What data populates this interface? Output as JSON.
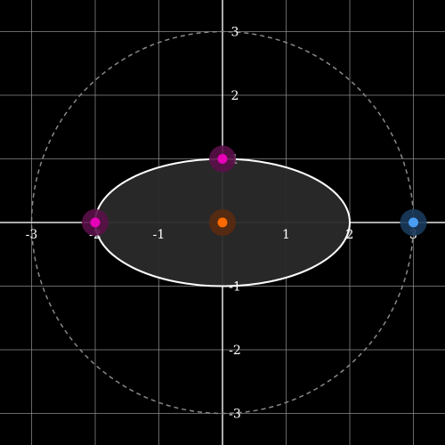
{
  "canvas": {
    "background": "#000000",
    "grid_color": "#8a8a8a",
    "axis_color": "#e6e6e6",
    "tick_label_color": "#ffffff"
  },
  "axes": {
    "x_ticks": [
      "-3",
      "-2",
      "-1",
      "1",
      "2",
      "3"
    ],
    "y_ticks": [
      "3",
      "2",
      "1",
      "-1",
      "-2",
      "-3"
    ]
  },
  "shapes": {
    "ellipse": {
      "center": [
        0,
        0
      ],
      "semi_major_x": 2,
      "semi_minor_y": 1,
      "stroke_color": "#ffffff",
      "fill_color": "#2a2a2a"
    },
    "dashed_circle": {
      "center": [
        0,
        0
      ],
      "radius": 3,
      "stroke_color": "#888888"
    }
  },
  "points": [
    {
      "name": "center-point",
      "x": 0,
      "y": 0,
      "color": "#ff6a00",
      "halo": "#5a2a10"
    },
    {
      "name": "top-vertex-point",
      "x": 0,
      "y": 1,
      "color": "#e600b8",
      "halo": "#5a1048"
    },
    {
      "name": "left-vertex-point",
      "x": -2,
      "y": 0,
      "color": "#e600b8",
      "halo": "#5a1048"
    },
    {
      "name": "right-point",
      "x": 3,
      "y": 0,
      "color": "#4a9df0",
      "halo": "#1a3a5c"
    }
  ]
}
